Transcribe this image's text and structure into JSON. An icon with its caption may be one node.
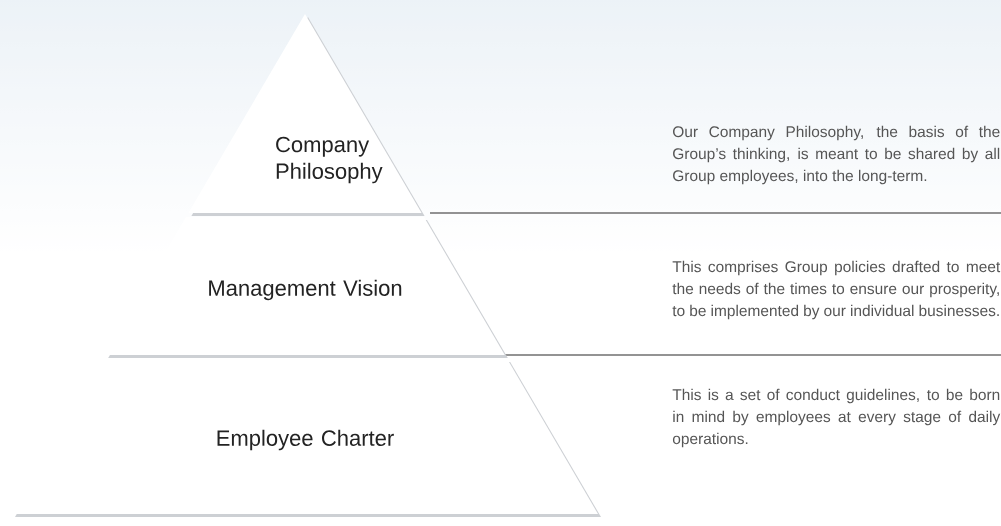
{
  "diagram": {
    "nodes": [
      {
        "text": [
          "Company Philosophy"
        ]
      },
      {
        "text": [
          "Management Vision"
        ]
      },
      {
        "text": [
          "Employee Charter"
        ]
      }
    ],
    "labels": [
      "Our Company Philosophy, the basis of the Group’s thinking, is meant to be shared by all Group employees, into the long-term.",
      "This comprises Group policies drafted to meet the needs of the times to ensure our prosperity, to be implemented by our individual businesses.",
      "This is a set of conduct guidelines, to be born in mind by employees at every stage of daily operations."
    ]
  }
}
